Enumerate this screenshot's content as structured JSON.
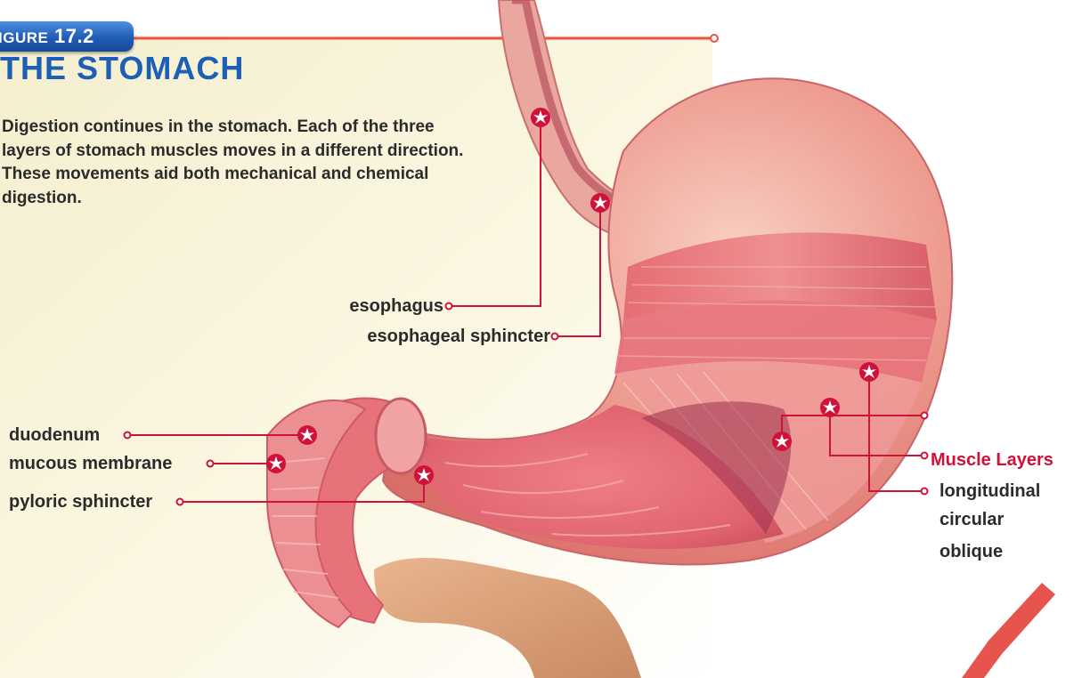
{
  "figure": {
    "badge_prefix": "IGURE",
    "badge_number": "17.2",
    "title": "THE STOMACH",
    "intro": "Digestion continues in the stomach. Each of the three layers of stomach muscles moves in a different direction. These movements aid both mechanical and chemical digestion."
  },
  "labels": {
    "esophagus": "esophagus",
    "esophageal_sphincter": "esophageal sphincter",
    "duodenum": "duodenum",
    "mucous_membrane": "mucous membrane",
    "pyloric_sphincter": "pyloric sphincter"
  },
  "muscle_layers": {
    "heading": "Muscle Layers",
    "items": [
      "longitudinal",
      "circular",
      "oblique"
    ]
  },
  "colors": {
    "accent_red": "#d0113a",
    "title_blue": "#1d5fb6",
    "badge_blue": "#1f5cb6",
    "text": "#2b2b2b"
  }
}
